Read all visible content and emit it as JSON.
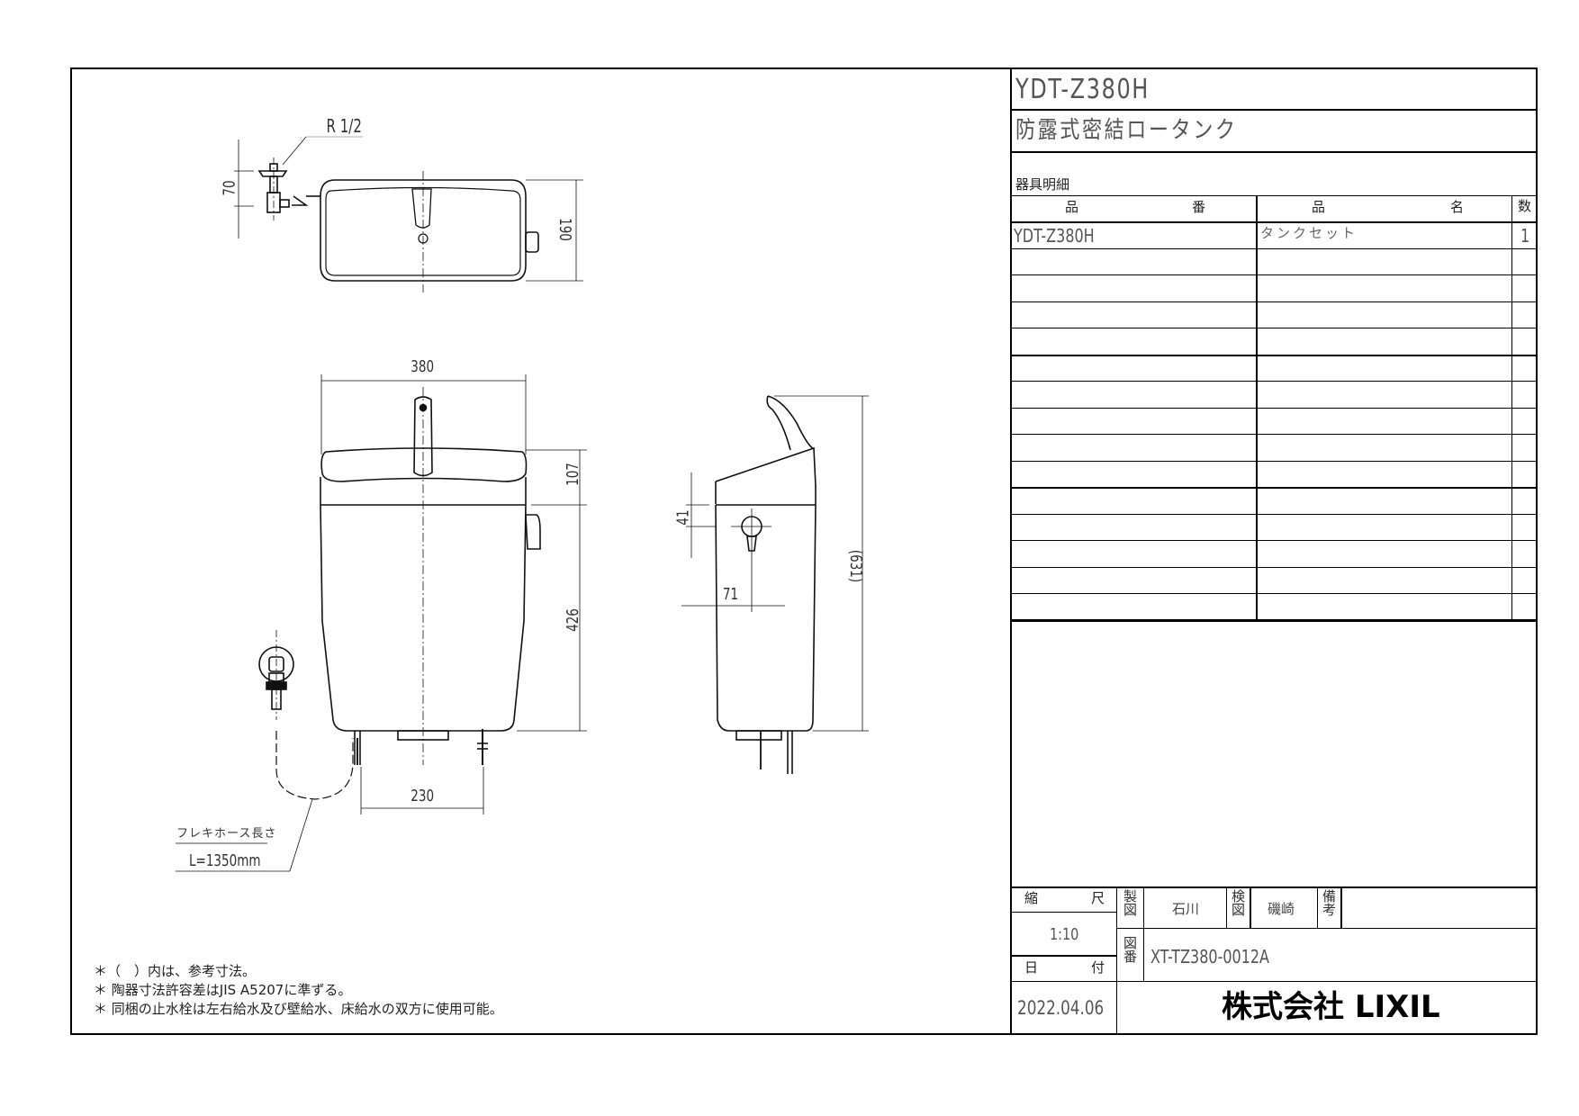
{
  "drawing": {
    "model_number": "YDT-Z380H",
    "product_name": "防露式密結ロータンク",
    "parts_list_label": "器具明細",
    "parts_table": {
      "headers": {
        "part_no_left": "品",
        "part_no_right": "番",
        "name_left": "品",
        "name_right": "名",
        "qty": "数"
      },
      "rows": [
        {
          "part_no": "YDT-Z380H",
          "name": "タンクセット",
          "qty": "1"
        },
        {
          "part_no": "",
          "name": "",
          "qty": ""
        },
        {
          "part_no": "",
          "name": "",
          "qty": ""
        },
        {
          "part_no": "",
          "name": "",
          "qty": ""
        },
        {
          "part_no": "",
          "name": "",
          "qty": ""
        },
        {
          "part_no": "",
          "name": "",
          "qty": ""
        },
        {
          "part_no": "",
          "name": "",
          "qty": ""
        },
        {
          "part_no": "",
          "name": "",
          "qty": ""
        },
        {
          "part_no": "",
          "name": "",
          "qty": ""
        },
        {
          "part_no": "",
          "name": "",
          "qty": ""
        },
        {
          "part_no": "",
          "name": "",
          "qty": ""
        },
        {
          "part_no": "",
          "name": "",
          "qty": ""
        },
        {
          "part_no": "",
          "name": "",
          "qty": ""
        },
        {
          "part_no": "",
          "name": "",
          "qty": ""
        },
        {
          "part_no": "",
          "name": "",
          "qty": ""
        }
      ]
    },
    "title_block": {
      "scale_label_left": "縮",
      "scale_label_right": "尺",
      "scale_value": "1:10",
      "date_label_left": "日",
      "date_label_right": "付",
      "date_value": "2022.04.06",
      "drawn_label": "製図",
      "drawn_by": "石川",
      "checked_label": "検図",
      "checked_by": "磯崎",
      "remarks_label": "備考",
      "remarks_value": "",
      "drawing_no_label": "図番",
      "drawing_no": "XT-TZ380-0012A",
      "company": "株式会社 LIXIL"
    },
    "dimensions": {
      "thread": "R 1/2",
      "valve_offset": "70",
      "depth_top": "190",
      "width": "380",
      "lid_height": "107",
      "body_height": "426",
      "total_height": "(631)",
      "side_vertical": "41",
      "side_horizontal": "71",
      "bolt_spacing": "230"
    },
    "hose_callout": {
      "label": "フレキホース長さ",
      "value": "L=1350mm"
    },
    "notes": [
      "＊（　）内は、参考寸法。",
      "＊ 陶器寸法許容差はJIS A5207に準ずる。",
      "＊ 同梱の止水栓は左右給水及び壁給水、床給水の双方に使用可能。"
    ]
  }
}
